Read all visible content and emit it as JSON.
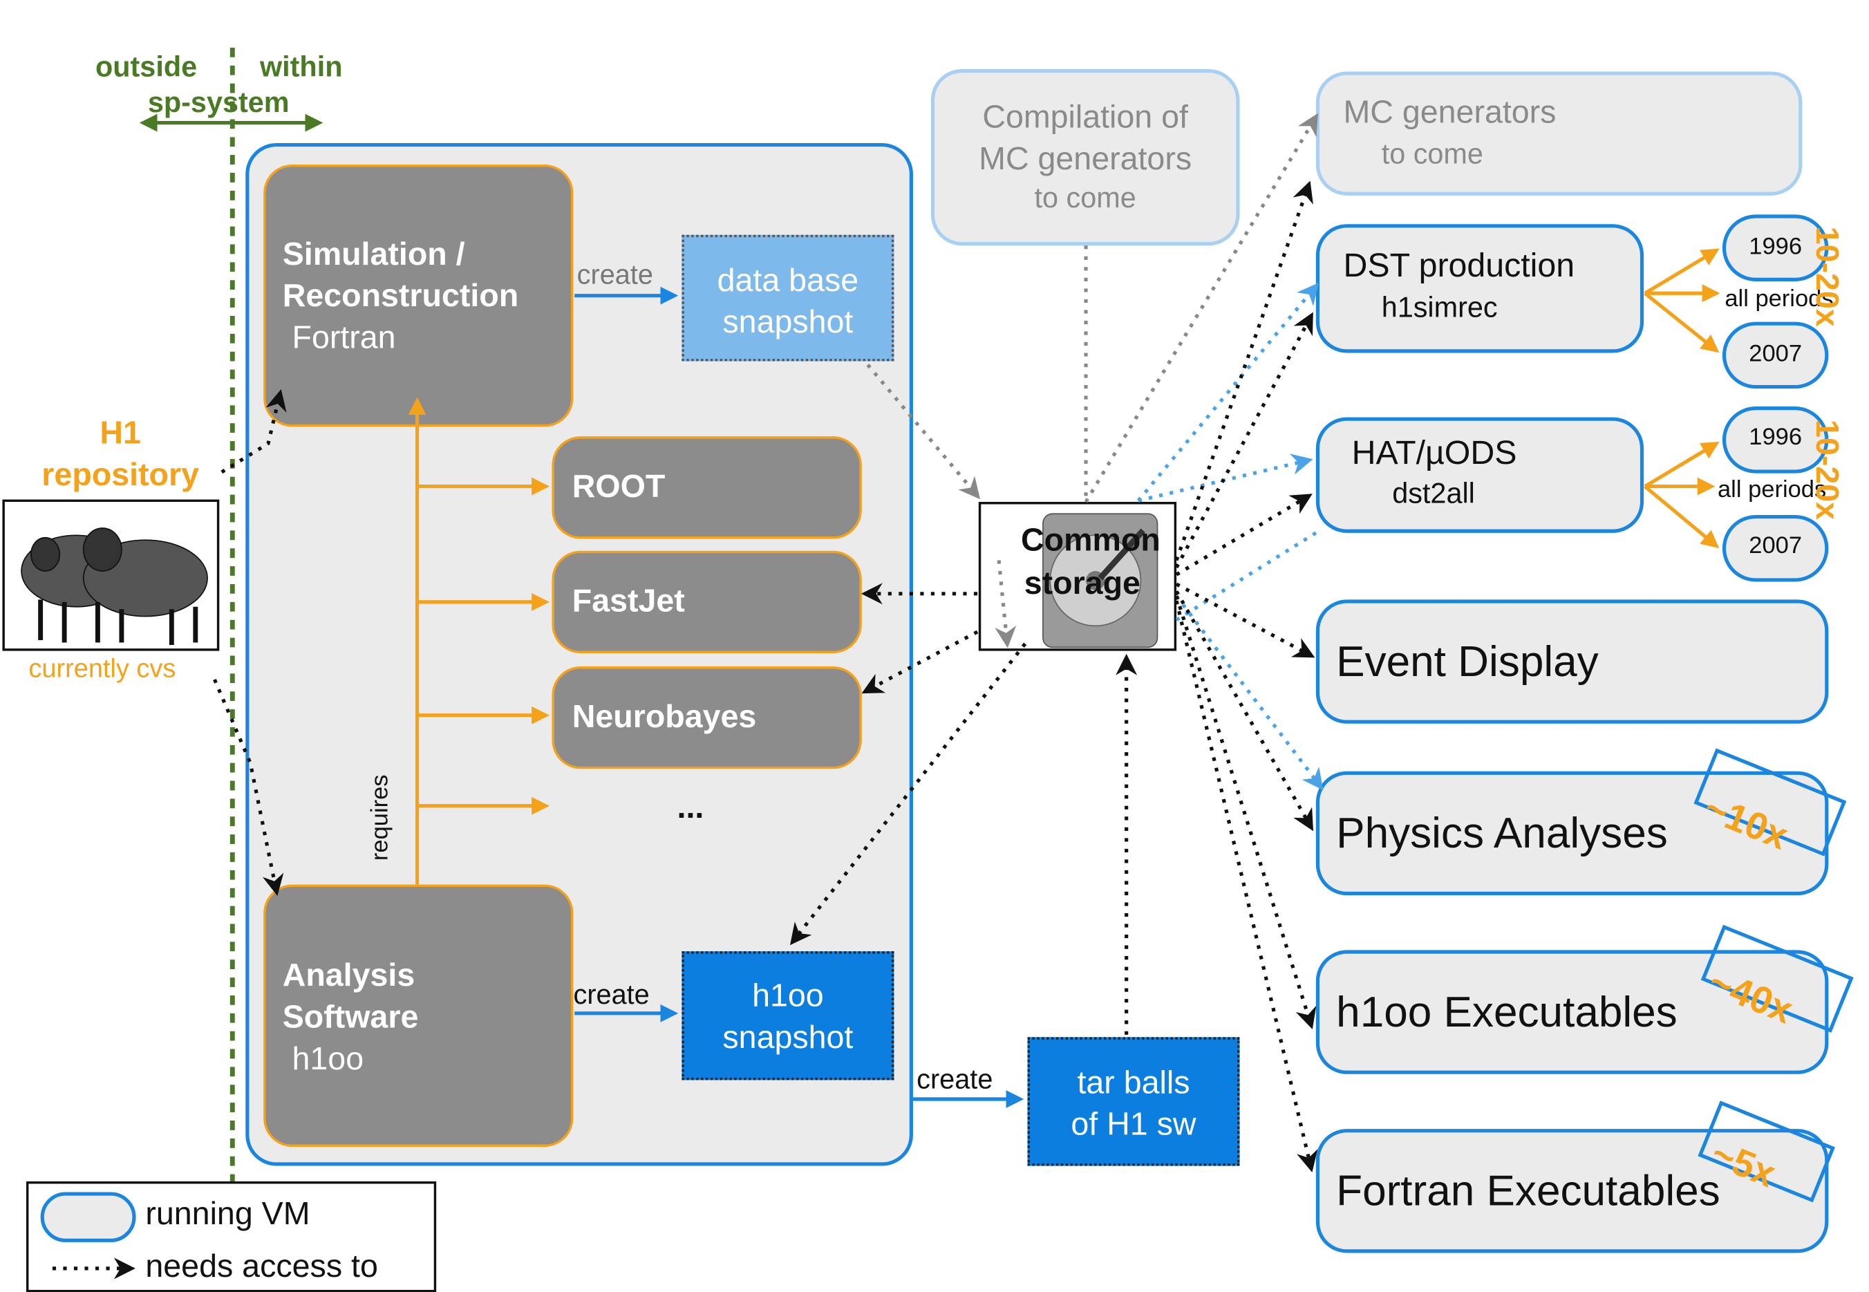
{
  "boundary": {
    "outside": "outside",
    "within": "within",
    "system": "sp-system"
  },
  "repo": {
    "title_line1": "H1",
    "title_line2": "repository",
    "subtitle": "currently cvs"
  },
  "simrec": {
    "line1": "Simulation /",
    "line2": "Reconstruction",
    "line3": "Fortran"
  },
  "analysis": {
    "line1": "Analysis",
    "line2": "Software",
    "line3": "h1oo"
  },
  "libs": [
    "ROOT",
    "FastJet",
    "Neurobayes",
    "..."
  ],
  "requires": "requires",
  "create": "create",
  "dbsnap": {
    "line1": "data base",
    "line2": "snapshot"
  },
  "h1oosnap": {
    "line1": "h1oo",
    "line2": "snapshot"
  },
  "tarballs": {
    "line1": "tar balls",
    "line2": "of H1 sw"
  },
  "storage": {
    "line1": "Common",
    "line2": "storage"
  },
  "compilation": {
    "line1": "Compilation of",
    "line2": "MC generators",
    "line3": "to come"
  },
  "mcgen": {
    "line1": "MC generators",
    "line2": "to come"
  },
  "dst": {
    "line1": "DST production",
    "line2": "h1simrec"
  },
  "hat": {
    "line1": "HAT/µODS",
    "line2": "dst2all"
  },
  "periods": {
    "first": "1996",
    "middle": "all periods",
    "last": "2007"
  },
  "multiplier_side": "10-20x",
  "event_display": "Event Display",
  "physics": {
    "label": "Physics Analyses",
    "mult": "~10x"
  },
  "h1oo_exe": {
    "label": "h1oo Executables",
    "mult": "~40x"
  },
  "fortran_exe": {
    "label": "Fortran Executables",
    "mult": "~5x"
  },
  "legend": {
    "vm": "running VM",
    "access": "needs access to"
  },
  "colors": {
    "orange": "#f5a21b",
    "blue": "#0b7ee0",
    "green": "#4a7a23",
    "dark": "#8c8c8c",
    "panel": "#ebebeb"
  }
}
